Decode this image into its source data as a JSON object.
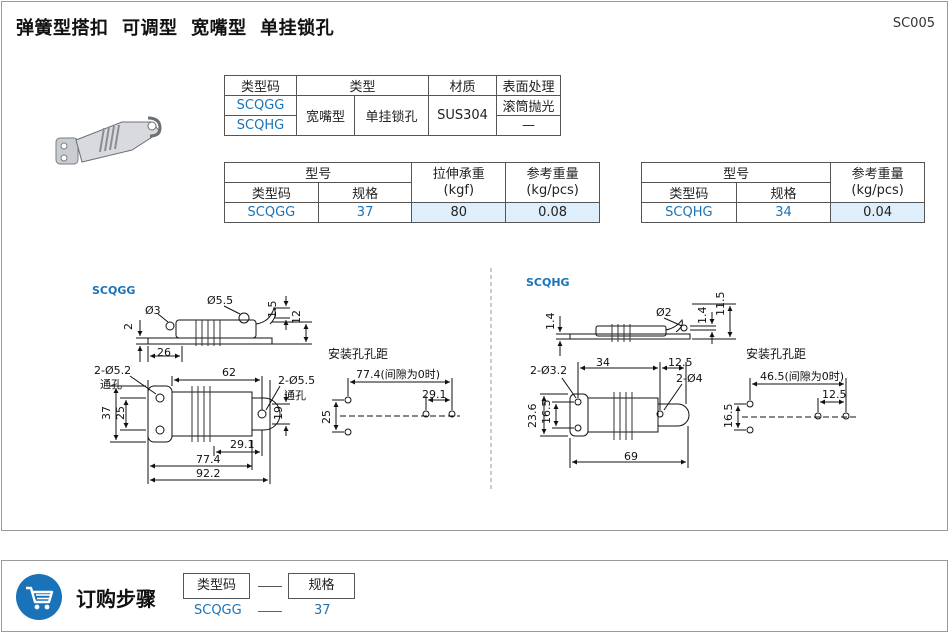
{
  "header": {
    "title": "弹簧型搭扣  可调型  宽嘴型  单挂锁孔",
    "code": "SC005"
  },
  "table1": {
    "headers": [
      "类型码",
      "类型",
      "材质",
      "表面处理"
    ],
    "codes": [
      "SCQGG",
      "SCQHG"
    ],
    "type_a": "宽嘴型",
    "type_b": "单挂锁孔",
    "material": "SUS304",
    "finishes": [
      "滚筒抛光",
      "—"
    ]
  },
  "table2": {
    "group_header": "型号",
    "sub_headers": [
      "类型码",
      "规格"
    ],
    "load_header": "拉伸承重\n(kgf)",
    "weight_header": "参考重量\n(kg/pcs)",
    "row": {
      "code": "SCQGG",
      "spec": "37",
      "load": "80",
      "weight": "0.08"
    }
  },
  "table3": {
    "group_header": "型号",
    "sub_headers": [
      "类型码",
      "规格"
    ],
    "weight_header": "参考重量\n(kg/pcs)",
    "row": {
      "code": "SCQHG",
      "spec": "34",
      "weight": "0.04"
    }
  },
  "drawing_left": {
    "label": "SCQGG",
    "mount_caption": "安装孔孔距",
    "dims": {
      "d3": "Ø3",
      "d55": "Ø5.5",
      "h15": "1.5",
      "h2": "2",
      "w26": "26",
      "w62": "62",
      "holes52": "2-Ø5.2",
      "thru1": "通孔",
      "holes55": "2-Ø5.5",
      "thru2": "通孔",
      "h37": "37",
      "h25": "25",
      "h19": "19",
      "w291": "29.1",
      "w774": "77.4",
      "w922": "92.2",
      "mount_w": "77.4(间隙为0时)",
      "mount_w2": "29.1",
      "mount_h": "25"
    }
  },
  "drawing_right": {
    "label": "SCQHG",
    "mount_caption": "安装孔孔距",
    "dims": {
      "h14a": "1.4",
      "d2": "Ø2",
      "h14b": "1.4",
      "h115": "11.5",
      "holes32": "2-Ø3.2",
      "w34": "34",
      "w125": "12.5",
      "holes4": "2-Ø4",
      "h236": "23.6",
      "h165": "16.5",
      "w69": "69",
      "mount_w": "46.5(间隙为0时)",
      "mount_w2": "12.5",
      "mount_h": "16.5"
    }
  },
  "order": {
    "title": "订购步骤",
    "box1": "类型码",
    "box2": "规格",
    "example_code": "SCQGG",
    "example_spec": "37"
  },
  "colors": {
    "accent": "#1a73b8",
    "shade": "#deeefa"
  },
  "icons": {
    "cart": "shopping-cart-icon"
  }
}
